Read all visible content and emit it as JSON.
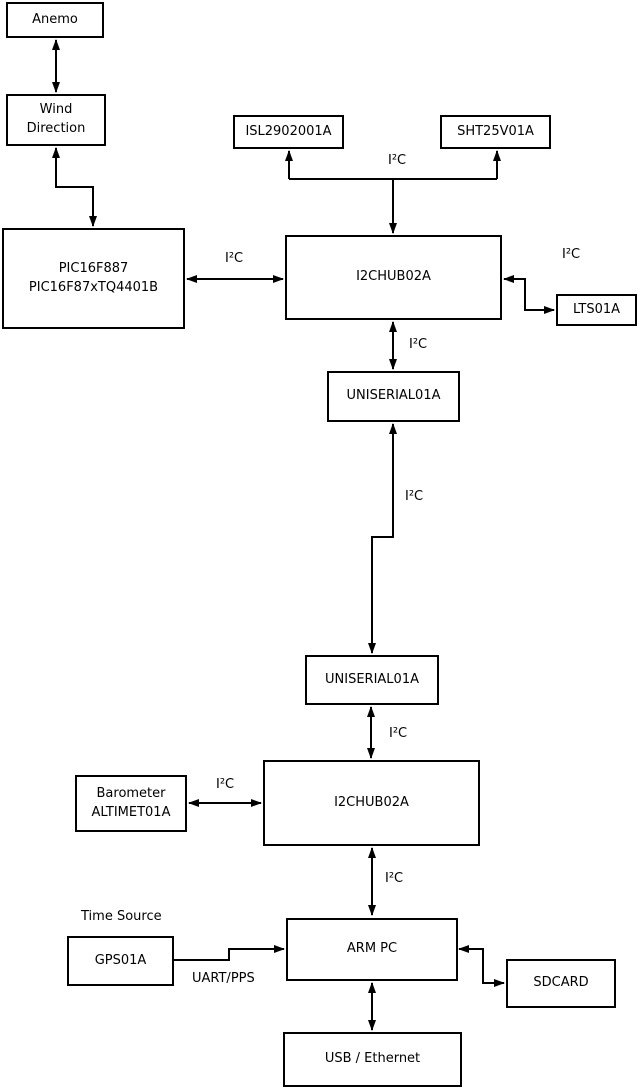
{
  "diagram": {
    "boxes": {
      "anemo": {
        "label": "Anemo"
      },
      "wind_direction": {
        "label": "Wind\nDirection"
      },
      "pic": {
        "label": "PIC16F887\nPIC16F87xTQ4401B"
      },
      "isl": {
        "label": "ISL2902001A"
      },
      "sht": {
        "label": "SHT25V01A"
      },
      "hub1": {
        "label": "I2CHUB02A"
      },
      "lts": {
        "label": "LTS01A"
      },
      "uniserial1": {
        "label": "UNISERIAL01A"
      },
      "uniserial2": {
        "label": "UNISERIAL01A"
      },
      "barometer": {
        "label": "Barometer\nALTIMET01A"
      },
      "hub2": {
        "label": "I2CHUB02A"
      },
      "gps": {
        "label": "GPS01A"
      },
      "arm_pc": {
        "label": "ARM PC"
      },
      "sdcard": {
        "label": "SDCARD"
      },
      "usb_ethernet": {
        "label": "USB / Ethernet"
      }
    },
    "edge_labels": {
      "i2c_sensors": "I²C",
      "i2c_pic_hub1": "I²C",
      "i2c_hub1_lts": "I²C",
      "i2c_hub1_uniserial1": "I²C",
      "i2c_uniserial_link": "I²C",
      "i2c_uniserial2_hub2": "I²C",
      "i2c_barometer_hub2": "I²C",
      "i2c_hub2_armpc": "I²C",
      "time_source": "Time Source",
      "uart_pps": "UART/PPS"
    },
    "colors": {
      "line": "#000000",
      "box_fill": "#ffffff",
      "background": "#ffffff",
      "text": "#000000"
    }
  }
}
